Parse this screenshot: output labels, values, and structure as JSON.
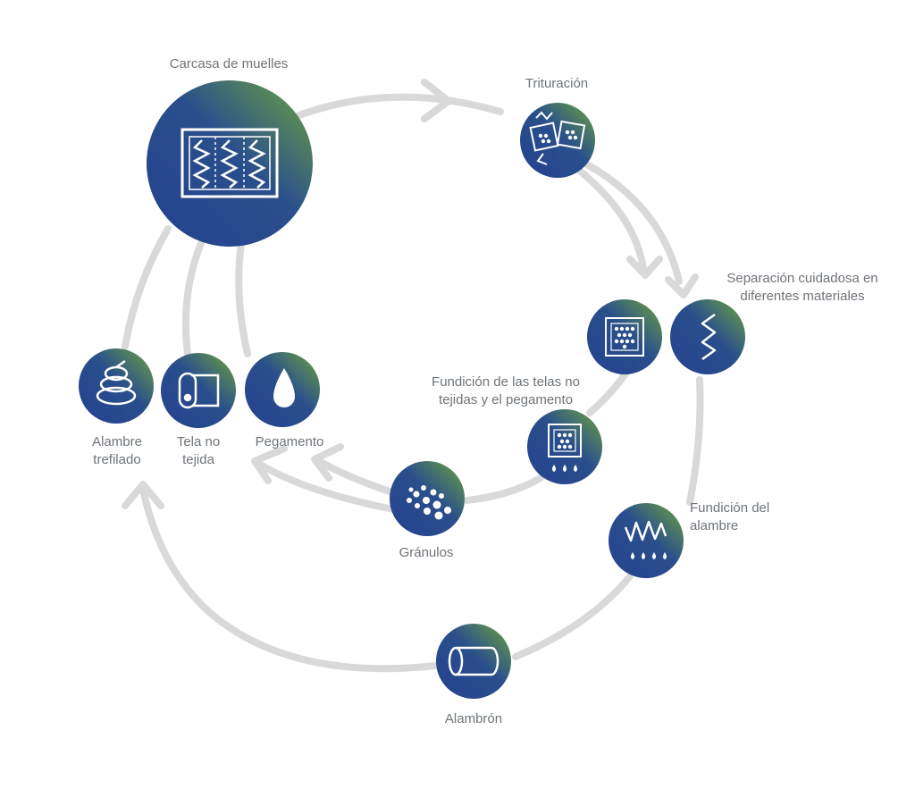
{
  "theme": {
    "gradient_start": "#24418f",
    "gradient_mid": "#2f5f86",
    "gradient_end": "#6ea53e",
    "flow_color": "#d9d9d9",
    "label_color": "#6f7479"
  },
  "nodes": {
    "spring_case": {
      "label": "Carcasa de muelles",
      "icon": "mattress-springs-icon"
    },
    "shredding": {
      "label": "Trituración",
      "icon": "shredded-fabric-icon"
    },
    "separation": {
      "line1": "Separación cuidadosa en",
      "line2": "diferentes materiales",
      "icon": "separated-materials-icon"
    },
    "fabric_glue_melting": {
      "line1": "Fundición de las telas no",
      "line2": "tejidas y el pegamento",
      "icon": "melting-fabric-icon"
    },
    "wire_melting": {
      "line1": "Fundición del",
      "line2": "alambre",
      "icon": "melting-wire-icon"
    },
    "wire_rod": {
      "label": "Alambrón",
      "icon": "wire-rod-icon"
    },
    "granules": {
      "label": "Gránulos",
      "icon": "granules-icon"
    },
    "drawn_wire": {
      "line1": "Alambre",
      "line2": "trefilado",
      "icon": "spring-coil-icon"
    },
    "nonwoven": {
      "line1": "Tela no",
      "line2": "tejida",
      "icon": "fabric-roll-icon"
    },
    "glue": {
      "label": "Pegamento",
      "icon": "glue-drop-icon"
    }
  }
}
